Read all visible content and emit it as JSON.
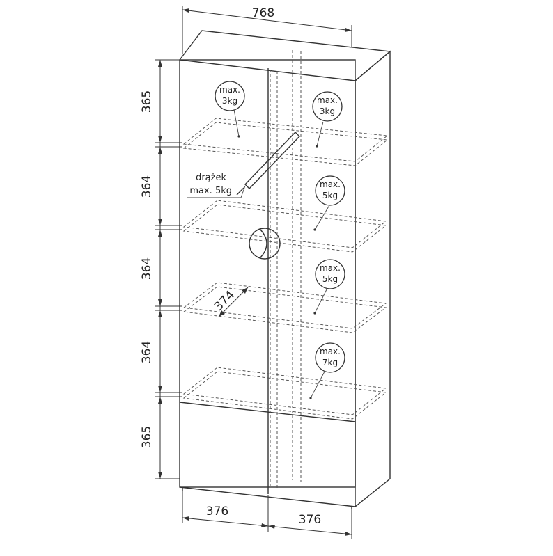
{
  "dimensions": {
    "total_width": "768",
    "left_door_width": "376",
    "right_door_width": "376",
    "depth": "374",
    "heights": [
      "365",
      "364",
      "364",
      "364",
      "365"
    ]
  },
  "load_badges": [
    {
      "line1": "max.",
      "line2": "3kg"
    },
    {
      "line1": "max.",
      "line2": "3kg"
    },
    {
      "line1": "max.",
      "line2": "5kg"
    },
    {
      "line1": "max.",
      "line2": "5kg"
    },
    {
      "line1": "max.",
      "line2": "7kg"
    }
  ],
  "rail_note": {
    "line1": "drążek",
    "line2": "max. 5kg"
  }
}
